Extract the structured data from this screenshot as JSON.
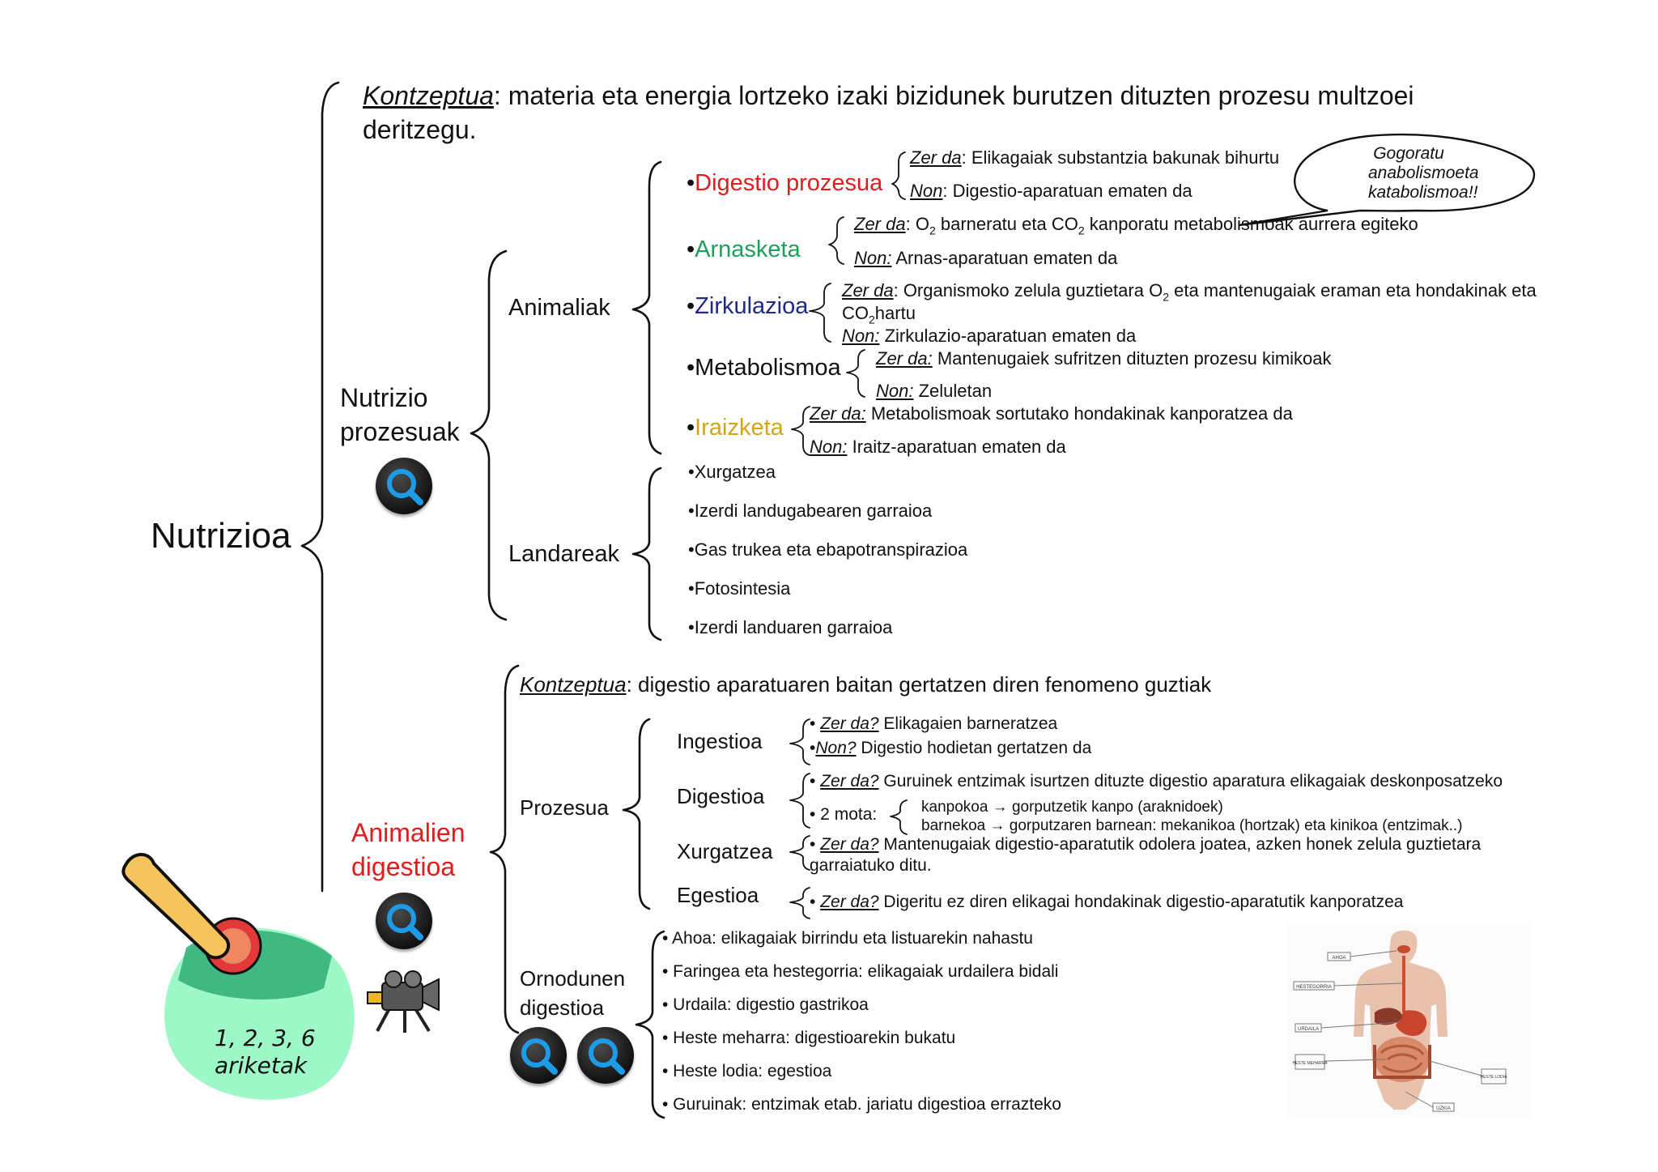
{
  "title": "Nutrizioa",
  "concept": {
    "label": "Kontzeptua",
    "text_line1": ": materia eta energia lortzeko izaki bizidunek burutzen dituzten prozesu multzoei",
    "text_line2": "deritzegu."
  },
  "nutrition_processes": {
    "label_line1": "Nutrizio",
    "label_line2": "prozesuak",
    "animals": {
      "label": "Animaliak",
      "processes": [
        {
          "name": "Digestio prozesua",
          "what_label": "Zer da",
          "what": ": Elikagaiak substantzia bakunak bihurtu",
          "where_label": "Non",
          "where": ": Digestio-aparatuan ematen da"
        },
        {
          "name": "Arnasketa",
          "what_label": "Zer da",
          "what_a": ": O",
          "what_b": " barneratu eta CO",
          "what_c": " kanporatu metabolismoak aurrera egiteko",
          "where_label": "Non:",
          "where": " Arnas-aparatuan ematen da"
        },
        {
          "name": "Zirkulazioa",
          "what_label": "Zer da",
          "what_a": ": Organismoko zelula guztietara O",
          "what_b": " eta mantenugaiak eraman eta hondakinak eta",
          "what_c1": "CO",
          "what_c2": "hartu",
          "where_label": "Non:",
          "where": " Zirkulazio-aparatuan ematen da"
        },
        {
          "name": "Metabolismoa",
          "what_label": "Zer da:",
          "what": " Mantenugaiek sufritzen dituzten prozesu kimikoak",
          "where_label": "Non:",
          "where": " Zeluletan"
        },
        {
          "name": "Iraizketa",
          "what_label": "Zer da:",
          "what": " Metabolismoak sortutako hondakinak kanporatzea da",
          "where_label": "Non:",
          "where": " Iraitz-aparatuan ematen da"
        }
      ],
      "subscript": "2",
      "bullet": "•"
    },
    "plants": {
      "label": "Landareak",
      "items": [
        "•Xurgatzea",
        "•Izerdi landugabearen garraioa",
        "•Gas trukea eta ebapotranspirazioa",
        "•Fotosintesia",
        "•Izerdi landuaren garraioa"
      ]
    },
    "callout": [
      "Gogoratu",
      "anabolismoeta",
      "katabolismoa!!"
    ]
  },
  "animal_digestion": {
    "label_line1": "Animalien",
    "label_line2": "digestioa",
    "concept_label": "Kontzeptua",
    "concept_text": ": digestio aparatuaren baitan gertatzen diren fenomeno guztiak",
    "process": {
      "label": "Prozesua",
      "ingestioa": {
        "label": "Ingestioa",
        "what_prefix": "• ",
        "what_label": "Zer da?",
        "what": " Elikagaien barneratzea",
        "where_prefix": "•",
        "where_label": "Non?",
        "where": "  Digestio hodietan gertatzen da"
      },
      "digestioa": {
        "label": "Digestioa",
        "what_prefix": "• ",
        "what_label": "Zer da?",
        "what": " Guruinek entzimak isurtzen dituzte digestio aparatura elikagaiak deskonposatzeko",
        "types_label": "• 2 mota:",
        "types": [
          "kanpokoa → gorputzetik kanpo (araknidoek)",
          "barnekoa → gorputzaren barnean: mekanikoa (hortzak) eta kinikoa (entzimak..)"
        ]
      },
      "xurgatzea": {
        "label": "Xurgatzea",
        "what_prefix": "• ",
        "what_label": "Zer da?",
        "what_line1": " Mantenugaiak digestio-aparatutik odolera joatea, azken honek zelula guztietara",
        "what_line2": "garraiatuko ditu."
      },
      "egestioa": {
        "label": "Egestioa",
        "what_prefix": "• ",
        "what_label": "Zer da?",
        "what": " Digeritu ez diren elikagai hondakinak digestio-aparatutik kanporatzea"
      }
    },
    "vertebrates": {
      "label_line1": "Ornodunen",
      "label_line2": "digestioa",
      "items": [
        "• Ahoa: elikagaiak birrindu eta listuarekin nahastu",
        "• Faringea eta hestegorria: elikagaiak urdailera bidali",
        "• Urdaila: digestio gastrikoa",
        "• Heste meharra: digestioarekin bukatu",
        "• Heste lodia: egestioa",
        "• Guruinak: entzimak etab.  jariatu digestioa errazteko"
      ]
    },
    "diagram_labels": [
      "AHOA",
      "HESTEGORRIA",
      "URDAILA",
      "HESTE MEHARRA",
      "HESTE LODIA",
      "UZKIA"
    ]
  },
  "exercises": {
    "line1": "1, 2, 3, 6",
    "line2": "ariketak"
  },
  "colors": {
    "red": "#e21b1b",
    "green": "#1fa05a",
    "navy": "#1f2a86",
    "gold": "#d4a416"
  },
  "icons": [
    "search-icon",
    "video-camera-icon",
    "pointing-hand-icon"
  ]
}
